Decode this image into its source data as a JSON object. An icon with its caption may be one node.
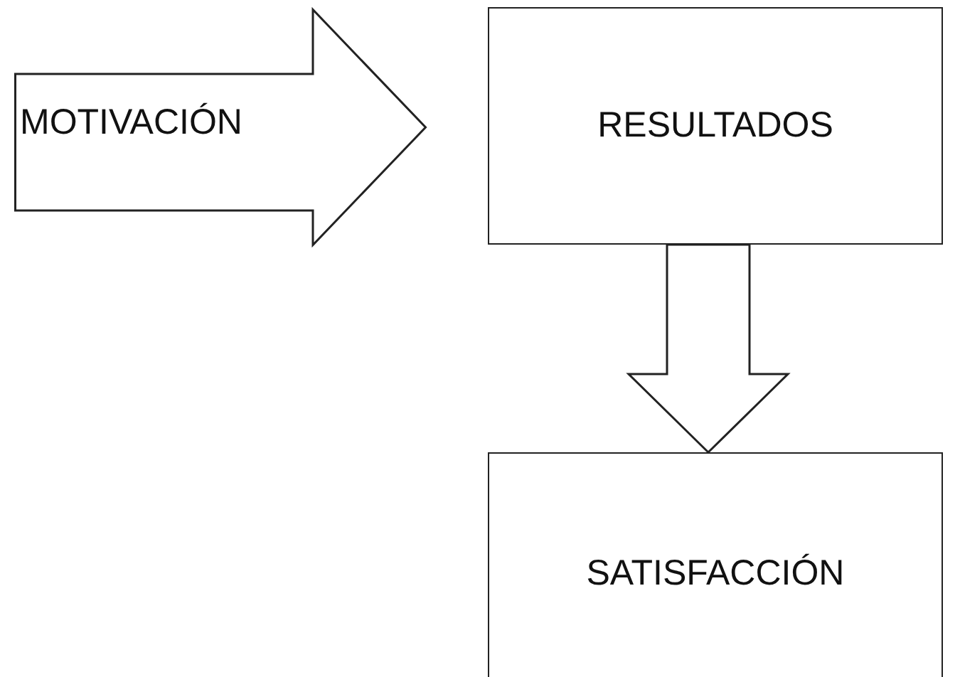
{
  "diagram": {
    "nodes": [
      {
        "text": [
          "MOTIVACIÓN"
        ]
      },
      {
        "text": [
          "RESULTADOS"
        ]
      },
      {
        "text": [
          "SATISFACCIÓN"
        ]
      }
    ],
    "edges": [
      {
        "from": 1,
        "to": 2,
        "arrow": "to"
      }
    ]
  }
}
